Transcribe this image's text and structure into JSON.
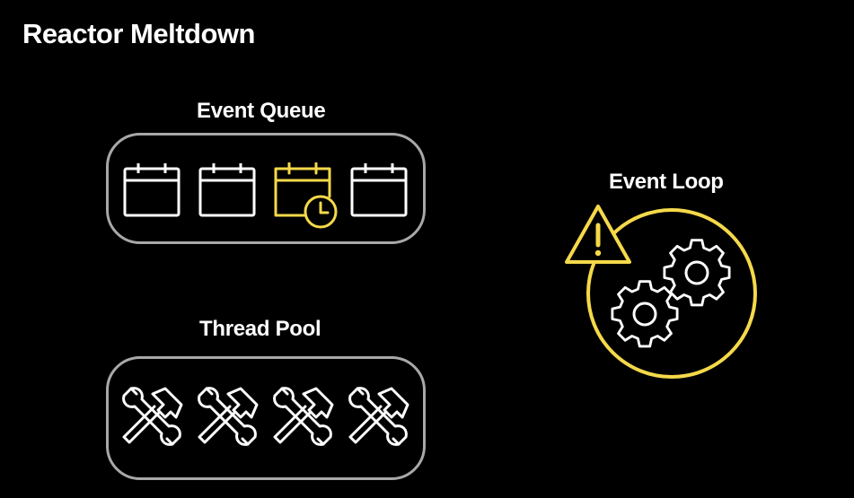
{
  "title": "Reactor Meltdown",
  "event_queue": {
    "label": "Event Queue",
    "items": [
      {
        "icon": "calendar-icon",
        "color": "#ffffff"
      },
      {
        "icon": "calendar-icon",
        "color": "#ffffff"
      },
      {
        "icon": "calendar-clock-icon",
        "color": "#f5d94a"
      },
      {
        "icon": "calendar-icon",
        "color": "#ffffff"
      }
    ]
  },
  "thread_pool": {
    "label": "Thread Pool",
    "items": [
      {
        "icon": "hammer-wrench-icon"
      },
      {
        "icon": "hammer-wrench-icon"
      },
      {
        "icon": "hammer-wrench-icon"
      },
      {
        "icon": "hammer-wrench-icon"
      }
    ]
  },
  "event_loop": {
    "label": "Event Loop",
    "icons": [
      "warning-icon",
      "gears-icon"
    ],
    "accent_color": "#f5d94a"
  },
  "colors": {
    "background": "#000000",
    "foreground": "#ffffff",
    "box_border": "#a8a8a8",
    "accent": "#f5d94a"
  }
}
